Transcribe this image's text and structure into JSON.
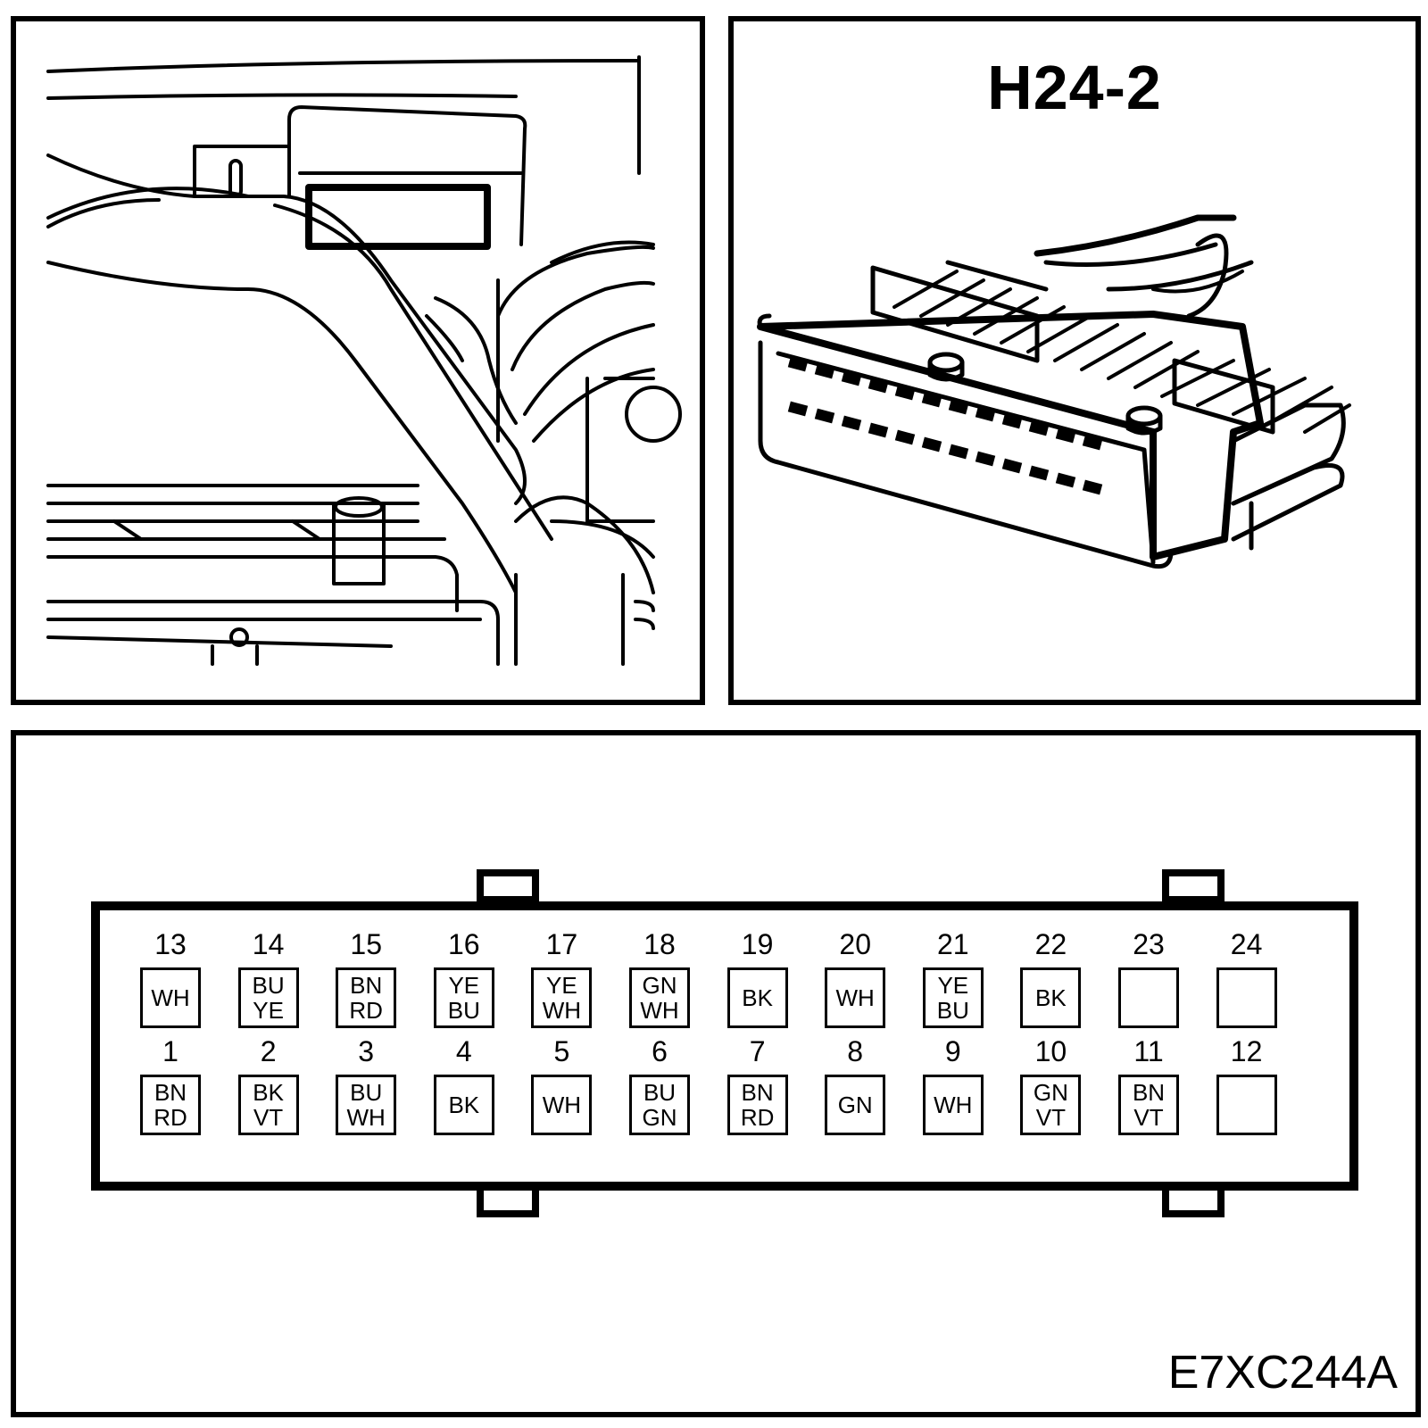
{
  "connector_id": "H24-2",
  "figure_code": "E7XC244A",
  "location_view": {
    "icon": "engine-bay-location-drawing-icon"
  },
  "connector_view": {
    "icon": "connector-harness-drawing-icon"
  },
  "pinout": {
    "top_row": [
      {
        "pin": "13",
        "colors": [
          "WH"
        ]
      },
      {
        "pin": "14",
        "colors": [
          "BU",
          "YE"
        ]
      },
      {
        "pin": "15",
        "colors": [
          "BN",
          "RD"
        ]
      },
      {
        "pin": "16",
        "colors": [
          "YE",
          "BU"
        ]
      },
      {
        "pin": "17",
        "colors": [
          "YE",
          "WH"
        ]
      },
      {
        "pin": "18",
        "colors": [
          "GN",
          "WH"
        ]
      },
      {
        "pin": "19",
        "colors": [
          "BK"
        ]
      },
      {
        "pin": "20",
        "colors": [
          "WH"
        ]
      },
      {
        "pin": "21",
        "colors": [
          "YE",
          "BU"
        ]
      },
      {
        "pin": "22",
        "colors": [
          "BK"
        ]
      },
      {
        "pin": "23",
        "colors": []
      },
      {
        "pin": "24",
        "colors": []
      }
    ],
    "bottom_row": [
      {
        "pin": "1",
        "colors": [
          "BN",
          "RD"
        ]
      },
      {
        "pin": "2",
        "colors": [
          "BK",
          "VT"
        ]
      },
      {
        "pin": "3",
        "colors": [
          "BU",
          "WH"
        ]
      },
      {
        "pin": "4",
        "colors": [
          "BK"
        ]
      },
      {
        "pin": "5",
        "colors": [
          "WH"
        ]
      },
      {
        "pin": "6",
        "colors": [
          "BU",
          "GN"
        ]
      },
      {
        "pin": "7",
        "colors": [
          "BN",
          "RD"
        ]
      },
      {
        "pin": "8",
        "colors": [
          "GN"
        ]
      },
      {
        "pin": "9",
        "colors": [
          "WH"
        ]
      },
      {
        "pin": "10",
        "colors": [
          "GN",
          "VT"
        ]
      },
      {
        "pin": "11",
        "colors": [
          "BN",
          "VT"
        ]
      },
      {
        "pin": "12",
        "colors": []
      }
    ]
  }
}
